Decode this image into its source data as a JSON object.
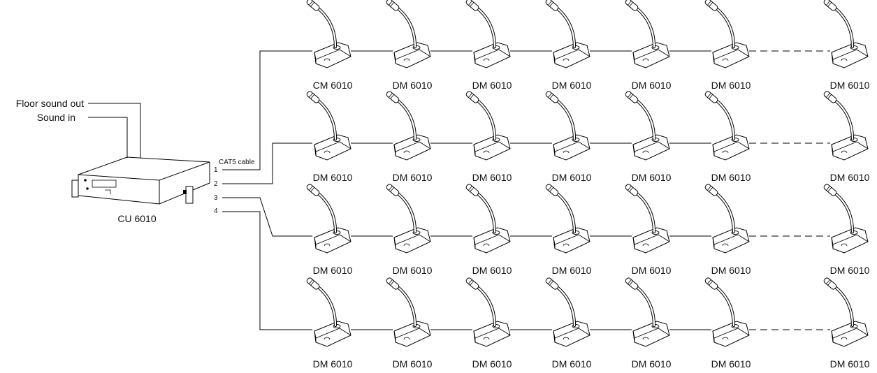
{
  "controller": {
    "label": "CU 6010",
    "inputs": {
      "floor_sound_out": "Floor sound out",
      "sound_in": "Sound in"
    }
  },
  "cable": {
    "label": "CAT5 cable",
    "ports": [
      "1",
      "2",
      "3",
      "4"
    ]
  },
  "rows": [
    {
      "port": "1",
      "units": [
        "CM 6010",
        "DM 6010",
        "DM 6010",
        "DM 6010",
        "DM 6010",
        "DM 6010",
        "DM 6010"
      ]
    },
    {
      "port": "2",
      "units": [
        "DM 6010",
        "DM 6010",
        "DM 6010",
        "DM 6010",
        "DM 6010",
        "DM 6010",
        "DM 6010"
      ]
    },
    {
      "port": "3",
      "units": [
        "DM 6010",
        "DM 6010",
        "DM 6010",
        "DM 6010",
        "DM 6010",
        "DM 6010",
        "DM 6010"
      ]
    },
    {
      "port": "4",
      "units": [
        "DM 6010",
        "DM 6010",
        "DM 6010",
        "DM 6010",
        "DM 6010",
        "DM 6010",
        "DM 6010"
      ]
    }
  ]
}
